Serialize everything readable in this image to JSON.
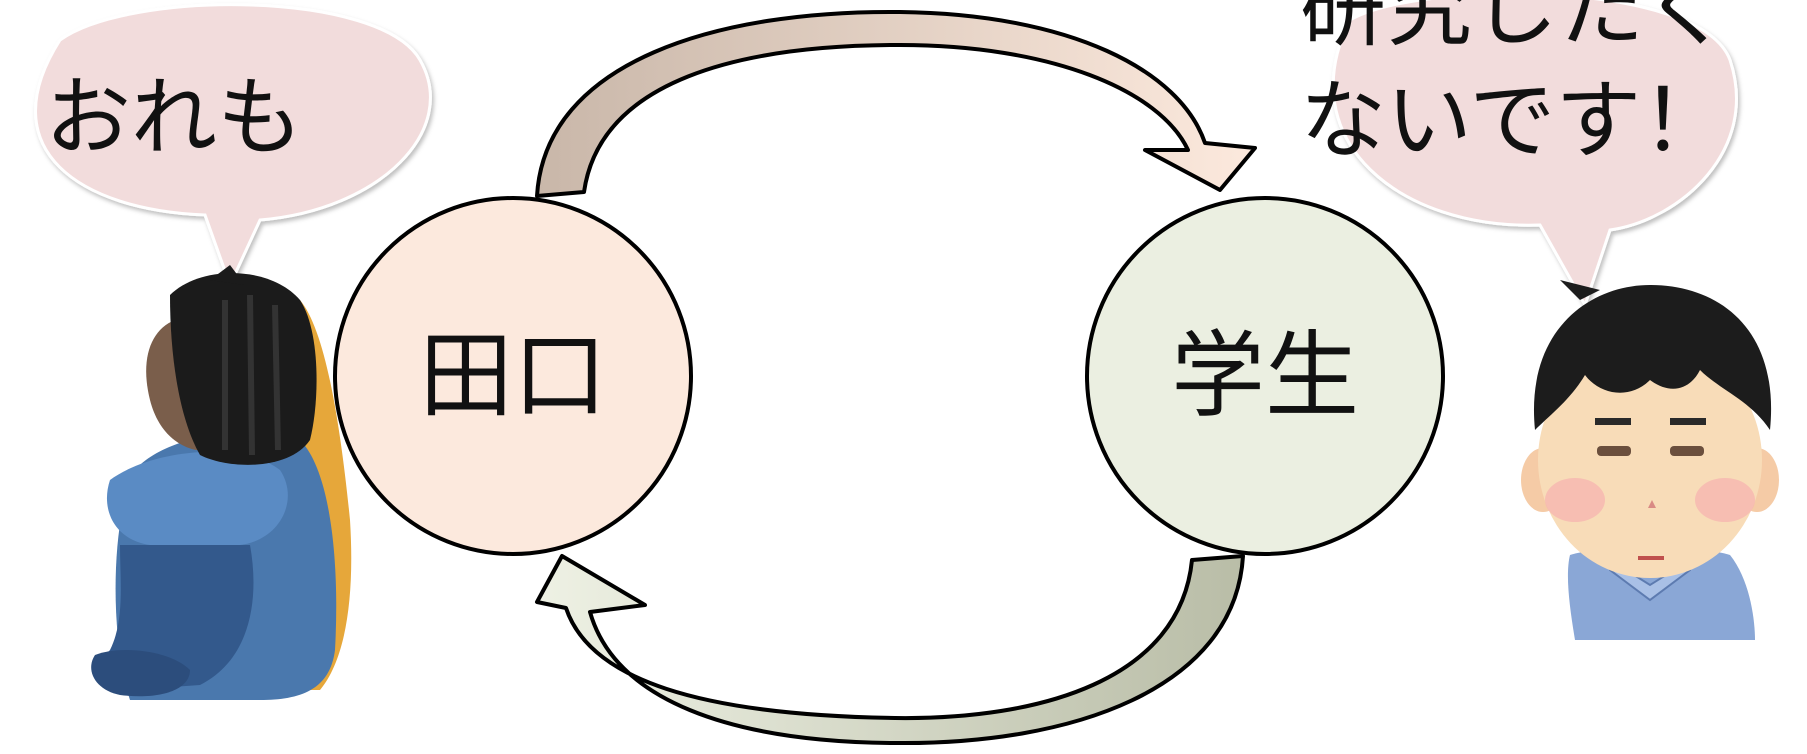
{
  "left_bubble": {
    "text": "おれも"
  },
  "right_bubble": {
    "lines": [
      "研究したく",
      "ないです！"
    ]
  },
  "nodes": {
    "tanaka": {
      "label": "田口",
      "fill": "#fce9dd"
    },
    "student": {
      "label": "学生",
      "fill": "#ebefe1"
    }
  },
  "bubble_fill": "#f2dcdc",
  "arrows": {
    "top": {
      "fill": "#cfc0b3",
      "head_fill": "#fce9dd"
    },
    "bottom": {
      "fill": "#bcc0ac",
      "head_fill": "#ebefe1"
    }
  },
  "characters": {
    "left": "sad-man-sitting-back-icon",
    "right": "bored-boy-icon"
  }
}
